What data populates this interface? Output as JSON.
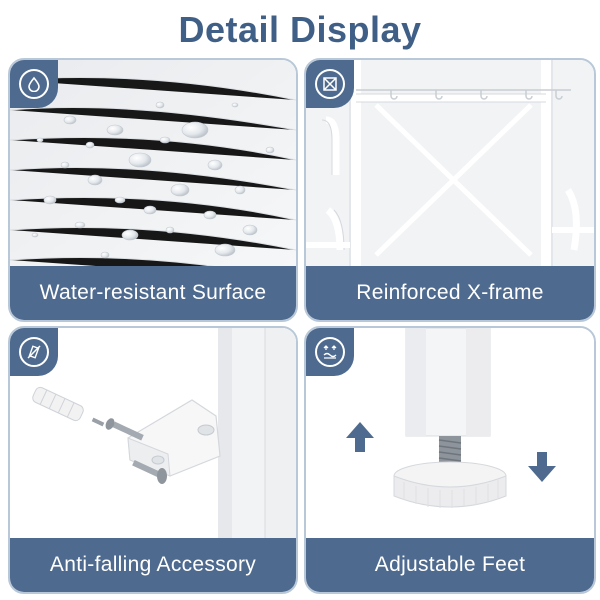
{
  "title": "Detail Display",
  "colors": {
    "accent": "#4e6b8f",
    "title": "#3f5f86",
    "border": "#b9c8d8"
  },
  "cards": [
    {
      "caption": "Water-resistant Surface",
      "icon": "water-drop-icon"
    },
    {
      "caption": "Reinforced X-frame",
      "icon": "x-frame-icon"
    },
    {
      "caption": "Anti-falling Accessory",
      "icon": "anti-tip-icon"
    },
    {
      "caption": "Adjustable Feet",
      "icon": "adjustable-feet-icon"
    }
  ]
}
